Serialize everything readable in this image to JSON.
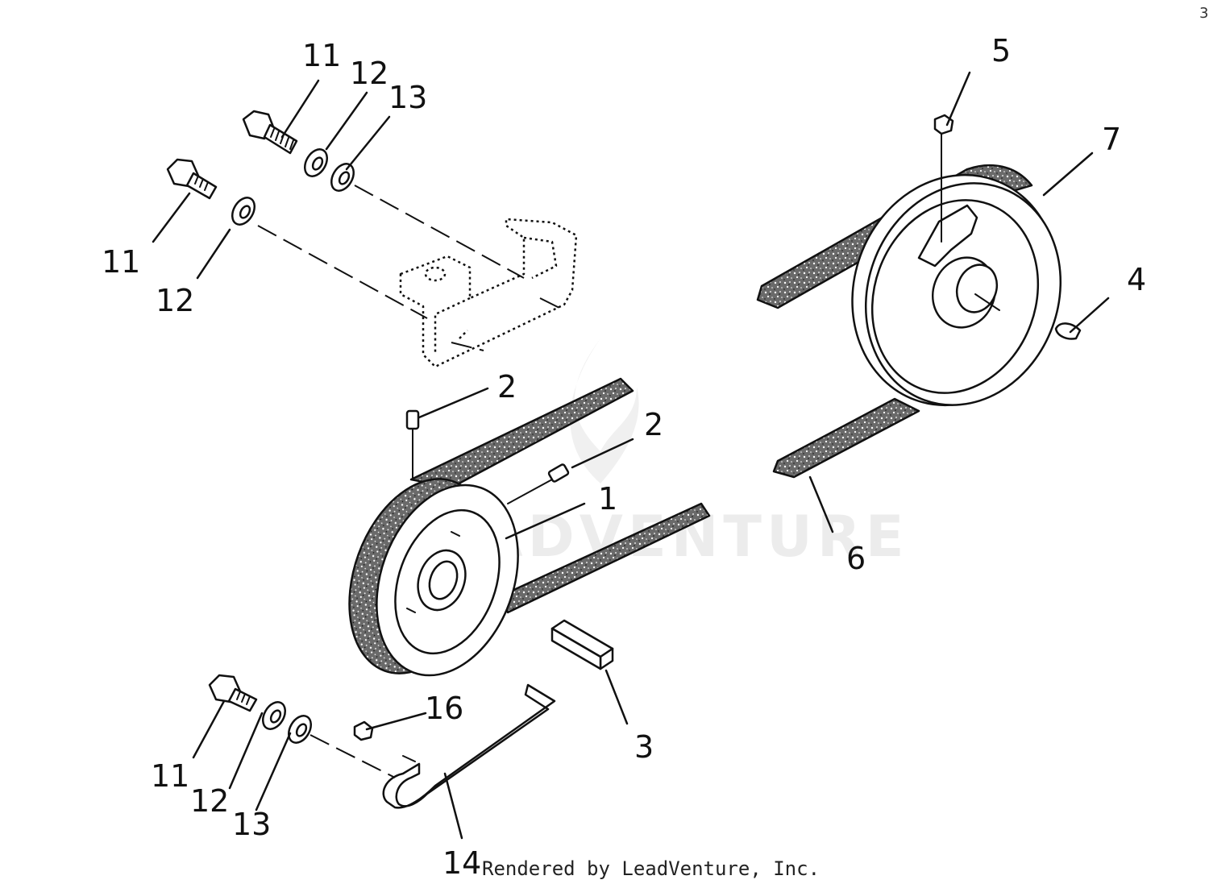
{
  "callouts": {
    "c1": "1",
    "c2a": "2",
    "c2b": "2",
    "c3": "3",
    "c4": "4",
    "c5": "5",
    "c6": "6",
    "c7": "7",
    "c11a": "11",
    "c11b": "11",
    "c11c": "11",
    "c12a": "12",
    "c12b": "12",
    "c12c": "12",
    "c13a": "13",
    "c13b": "13",
    "c14": "14",
    "c16": "16"
  },
  "credit": "Rendered by LeadVenture, Inc.",
  "page_marker": "3",
  "watermark": "LEADVENTURE"
}
